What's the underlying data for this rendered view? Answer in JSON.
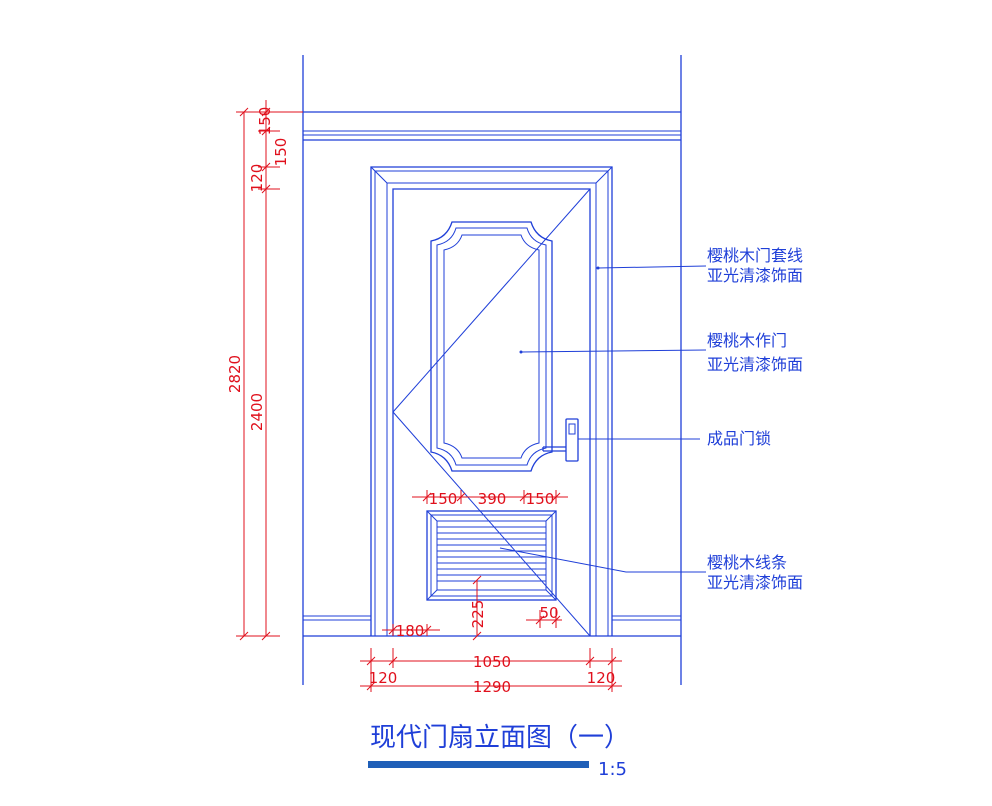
{
  "drawing": {
    "title": "现代门扇立面图（一）",
    "scale": "1:5"
  },
  "notes": {
    "frame": [
      "樱桃木门套线",
      "亚光清漆饰面"
    ],
    "door": [
      "樱桃木作门",
      "亚光清漆饰面"
    ],
    "lock": [
      "成品门锁"
    ],
    "louver": [
      "樱桃木线条",
      "亚光清漆饰面"
    ]
  },
  "dimensions": {
    "v_total": "2820",
    "v_door": "2400",
    "v_top_150": "150",
    "v_150b": "150",
    "v_120": "120",
    "panel_150_left": "150",
    "panel_390": "390",
    "panel_150_right": "150",
    "louver_bottom_225": "225",
    "louver_side_50": "50",
    "louver_left_180": "180",
    "door_width_1050": "1050",
    "casing_left_120": "120",
    "casing_right_120": "120",
    "total_width_1290": "1290"
  },
  "colors": {
    "drawing_blue": "#1f3fd8",
    "dimension_red": "#e0101c",
    "title_bar": "#1f5fb8"
  }
}
